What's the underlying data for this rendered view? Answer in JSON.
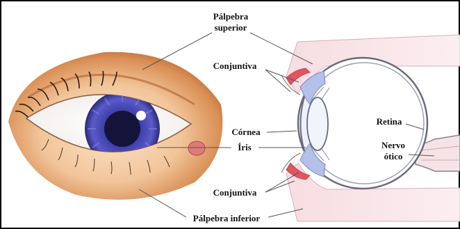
{
  "labels": {
    "palpebra_superior_line1": "Pálpebra",
    "palpebra_superior_line2": "superior",
    "conjuntiva_top": "Conjuntiva",
    "cornea": "Córnea",
    "iris": "Íris",
    "conjuntiva_bottom": "Conjuntiva",
    "palpebra_inferior": "Pálpebra inferior",
    "retina": "Retina",
    "nervo_otico_line1": "Nervo",
    "nervo_otico_line2": "ótico"
  },
  "colors": {
    "frame": "#000000",
    "skin_light": "#f2c59a",
    "skin_dark": "#c97a45",
    "iris": "#3a3a9a",
    "pupil": "#15153a",
    "eyelid_pink": "#f3d6dc",
    "conjunctiva_red": "#e0505a",
    "lens_blue": "#a8b8e8",
    "outline": "#7a7a8a"
  }
}
